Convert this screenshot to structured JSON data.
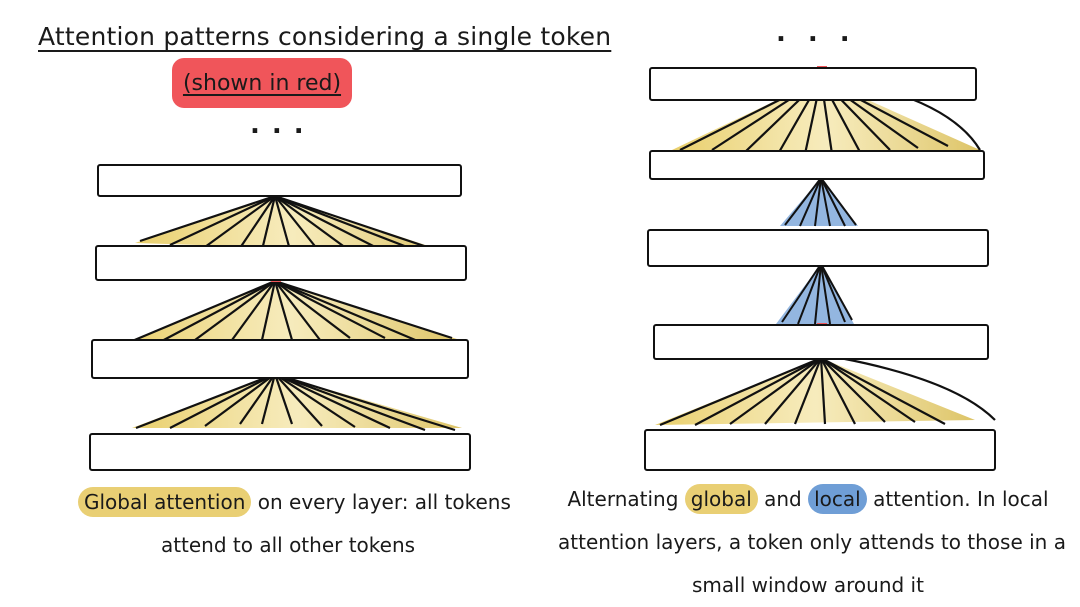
{
  "title": "Attention patterns considering a single token",
  "subtitle": "(shown in red)",
  "ellipsis_left": "...",
  "ellipsis_right": "...",
  "left_caption": {
    "highlight": "Global attention",
    "line1_rest": " on every layer: all tokens",
    "line2": "attend to all other tokens"
  },
  "right_caption": {
    "prefix": "Alternating ",
    "global_word": "global",
    "middle": " and ",
    "local_word": "local",
    "line1_rest": " attention. In local",
    "line2": "attention layers, a token only attends to those in a",
    "line3": "small window around it"
  },
  "colors": {
    "token_red": "#f0555a",
    "global_yellow": "#e9cf74",
    "local_blue": "#6f9ed6",
    "ink": "#111111"
  }
}
